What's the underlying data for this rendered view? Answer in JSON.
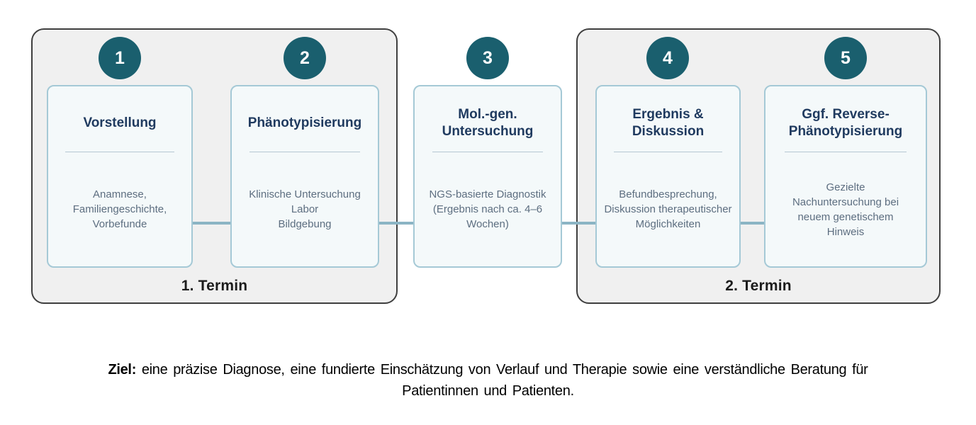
{
  "diagram": {
    "steps": [
      {
        "number": "1",
        "title": "Vorstellung",
        "description": "Anamnese,\nFamiliengeschichte,\nVorbefunde"
      },
      {
        "number": "2",
        "title": "Phänotypisierung",
        "description": "Klinische Untersuchung\nLabor\nBildgebung"
      },
      {
        "number": "3",
        "title": "Mol.-gen.\nUntersuchung",
        "description": "NGS-basierte Diagnostik\n(Ergebnis nach ca. 4–6\nWochen)"
      },
      {
        "number": "4",
        "title": "Ergebnis &\nDiskussion",
        "description": "Befundbesprechung,\nDiskussion therapeutischer\nMöglichkeiten"
      },
      {
        "number": "5",
        "title": "Ggf. Reverse-\nPhänotypisierung",
        "description": "Gezielte\nNachuntersuchung bei\nneuem genetischem\nHinweis"
      }
    ],
    "groups": [
      {
        "label": "1. Termin"
      },
      {
        "label": "2. Termin"
      }
    ],
    "goal": {
      "label": "Ziel:",
      "text": "eine präzise Diagnose, eine fundierte Einschätzung von Verlauf und Therapie sowie eine verständliche Beratung für Patientinnen und Patienten."
    },
    "colors": {
      "circle": "#1a5f6e",
      "card_background": "#f4f9fa",
      "card_border": "#a5c9d6",
      "card_title": "#1f3a5f",
      "card_body_text": "#5d6e80",
      "connector": "#8bb4c4",
      "group_background": "#f0f0f0",
      "group_border": "#3f3f3f"
    }
  }
}
